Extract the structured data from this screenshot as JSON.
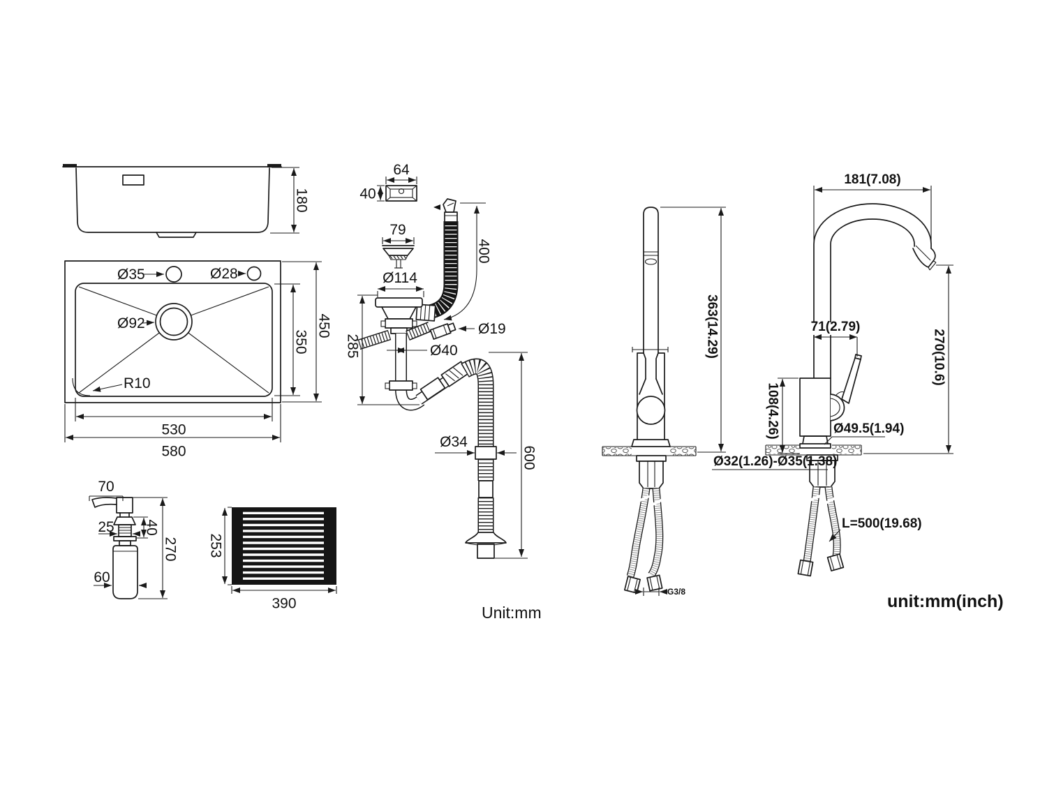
{
  "page": {
    "background": "#ffffff",
    "line_color": "#1a1a1a"
  },
  "unit_notes": {
    "drain": "Unit:mm",
    "faucet": "unit:mm(inch)"
  },
  "sink_side_view": {
    "height": "180"
  },
  "sink_top_view": {
    "faucet_hole": "Ø35",
    "soap_hole": "Ø28",
    "drain_hole": "Ø92",
    "corner_radius": "R10",
    "basin_width": "530",
    "overall_width": "580",
    "overall_depth": "450",
    "basin_depth": "350"
  },
  "soap_dispenser": {
    "spout_length": "70",
    "thread_diameter": "25",
    "neck_height": "40",
    "total_height": "270",
    "bottle_diameter": "60"
  },
  "roll_up_rack": {
    "depth": "253",
    "width": "390"
  },
  "drain_assembly": {
    "overflow_cover_width": "64",
    "overflow_cover_height": "40",
    "strainer_diameter": "79",
    "flange_diameter": "Ø114",
    "trap_height": "285",
    "overflow_hose_length": "400",
    "overflow_connector": "Ø19",
    "tailpipe_diameter": "Ø40",
    "hose_diameter": "Ø34",
    "hose_length": "600"
  },
  "faucet_front_view": {
    "total_height": "363(14.29)",
    "inlet_thread": "G3/8"
  },
  "faucet_side_view": {
    "spout_reach": "181(7.08)",
    "body_width": "71(2.79)",
    "spout_height": "270(10.6)",
    "body_height": "108(4.26)",
    "base_diameter": "Ø49.5(1.94)",
    "mounting_hole": "Ø32(1.26)-Ø35(1.38)",
    "hose_length": "L=500(19.68)"
  }
}
